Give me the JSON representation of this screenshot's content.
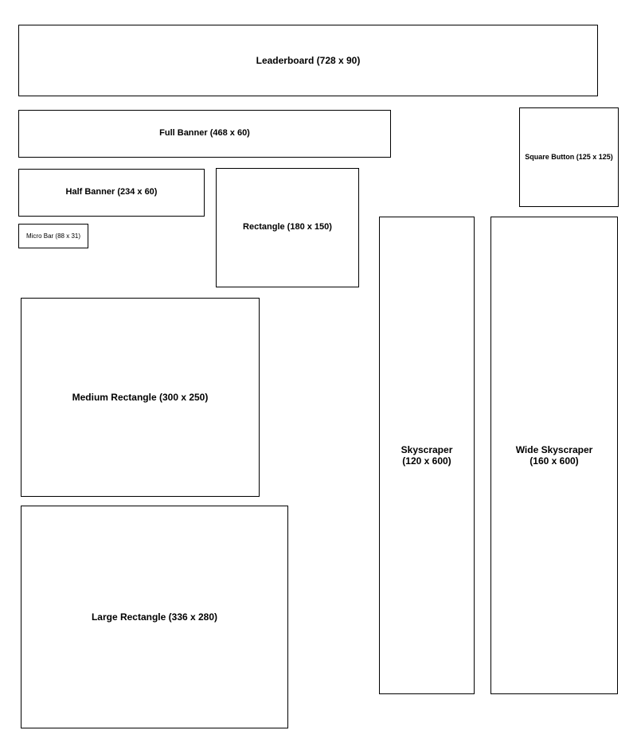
{
  "ad_units": {
    "leaderboard": "Leaderboard (728 x 90)",
    "full_banner": "Full Banner (468 x 60)",
    "square_button": "Square Button (125 x 125)",
    "half_banner": "Half Banner (234 x 60)",
    "rectangle": "Rectangle (180 x 150)",
    "micro_bar": "Micro Bar (88 x 31)",
    "skyscraper": "Skyscraper\n(120 x 600)",
    "wide_skyscraper": "Wide Skyscraper\n(160 x 600)",
    "medium_rectangle": "Medium Rectangle (300 x 250)",
    "large_rectangle": "Large Rectangle (336 x 280)"
  }
}
